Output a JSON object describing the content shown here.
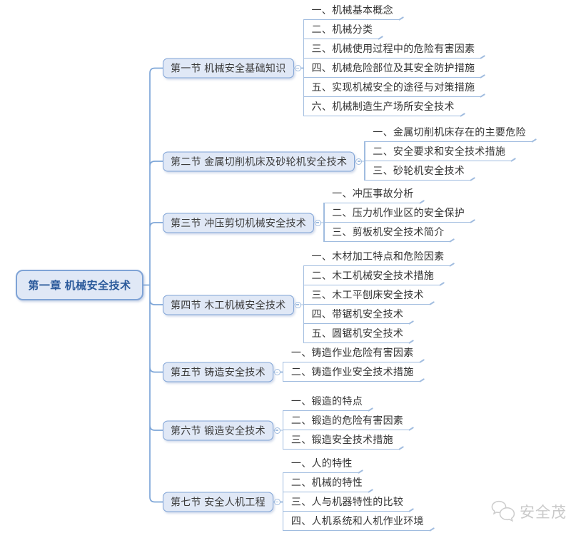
{
  "mindmap": {
    "root": {
      "label": "第一章 机械安全技术"
    },
    "sections": [
      {
        "label": "第一节 机械安全基础知识",
        "children": [
          "一、机械基本概念",
          "二、机械分类",
          "三、机械使用过程中的危险有害因素",
          "四、机械危险部位及其安全防护措施",
          "五、实现机械安全的途径与对策措施",
          "六、机械制造生产场所安全技术"
        ]
      },
      {
        "label": "第二节 金属切削机床及砂轮机安全技术",
        "children": [
          "一、金属切削机床存在的主要危险",
          "二、安全要求和安全技术措施",
          "三、砂轮机安全技术"
        ]
      },
      {
        "label": "第三节 冲压剪切机械安全技术",
        "children": [
          "一、冲压事故分析",
          "二、压力机作业区的安全保护",
          "三、剪板机安全技术简介"
        ]
      },
      {
        "label": "第四节 木工机械安全技术",
        "children": [
          "一、木材加工特点和危险因素",
          "二、木工机械安全技术措施",
          "三、木工平刨床安全技术",
          "四、带锯机安全技术",
          "五、圆锯机安全技术"
        ]
      },
      {
        "label": "第五节 铸造安全技术",
        "children": [
          "一、铸造作业危险有害因素",
          "二、铸造作业安全技术措施"
        ]
      },
      {
        "label": "第六节 锻造安全技术",
        "children": [
          "一、锻造的特点",
          "二、锻造的危险有害因素",
          "三、锻造安全技术措施"
        ]
      },
      {
        "label": "第七节 安全人机工程",
        "children": [
          "一、人的特性",
          "二、机械的特性",
          "三、人与机器特性的比较",
          "四、人机系统和人机作业环境"
        ]
      }
    ]
  },
  "toggle": {
    "symbol": "−",
    "icon": "collapse-minus-icon"
  },
  "watermark": {
    "label": "安全茂",
    "icon": "chat-bubbles-icon"
  },
  "colors": {
    "node_fill": "#e0e8f6",
    "node_border": "#7fa3d6",
    "branch_line": "#7ea6d8",
    "leaf_line": "#a0bcdf",
    "root_text": "#2b5a9b",
    "node_text": "#3b3b3b",
    "leaf_text": "#333333",
    "watermark_gray": "#c9c9c9"
  }
}
